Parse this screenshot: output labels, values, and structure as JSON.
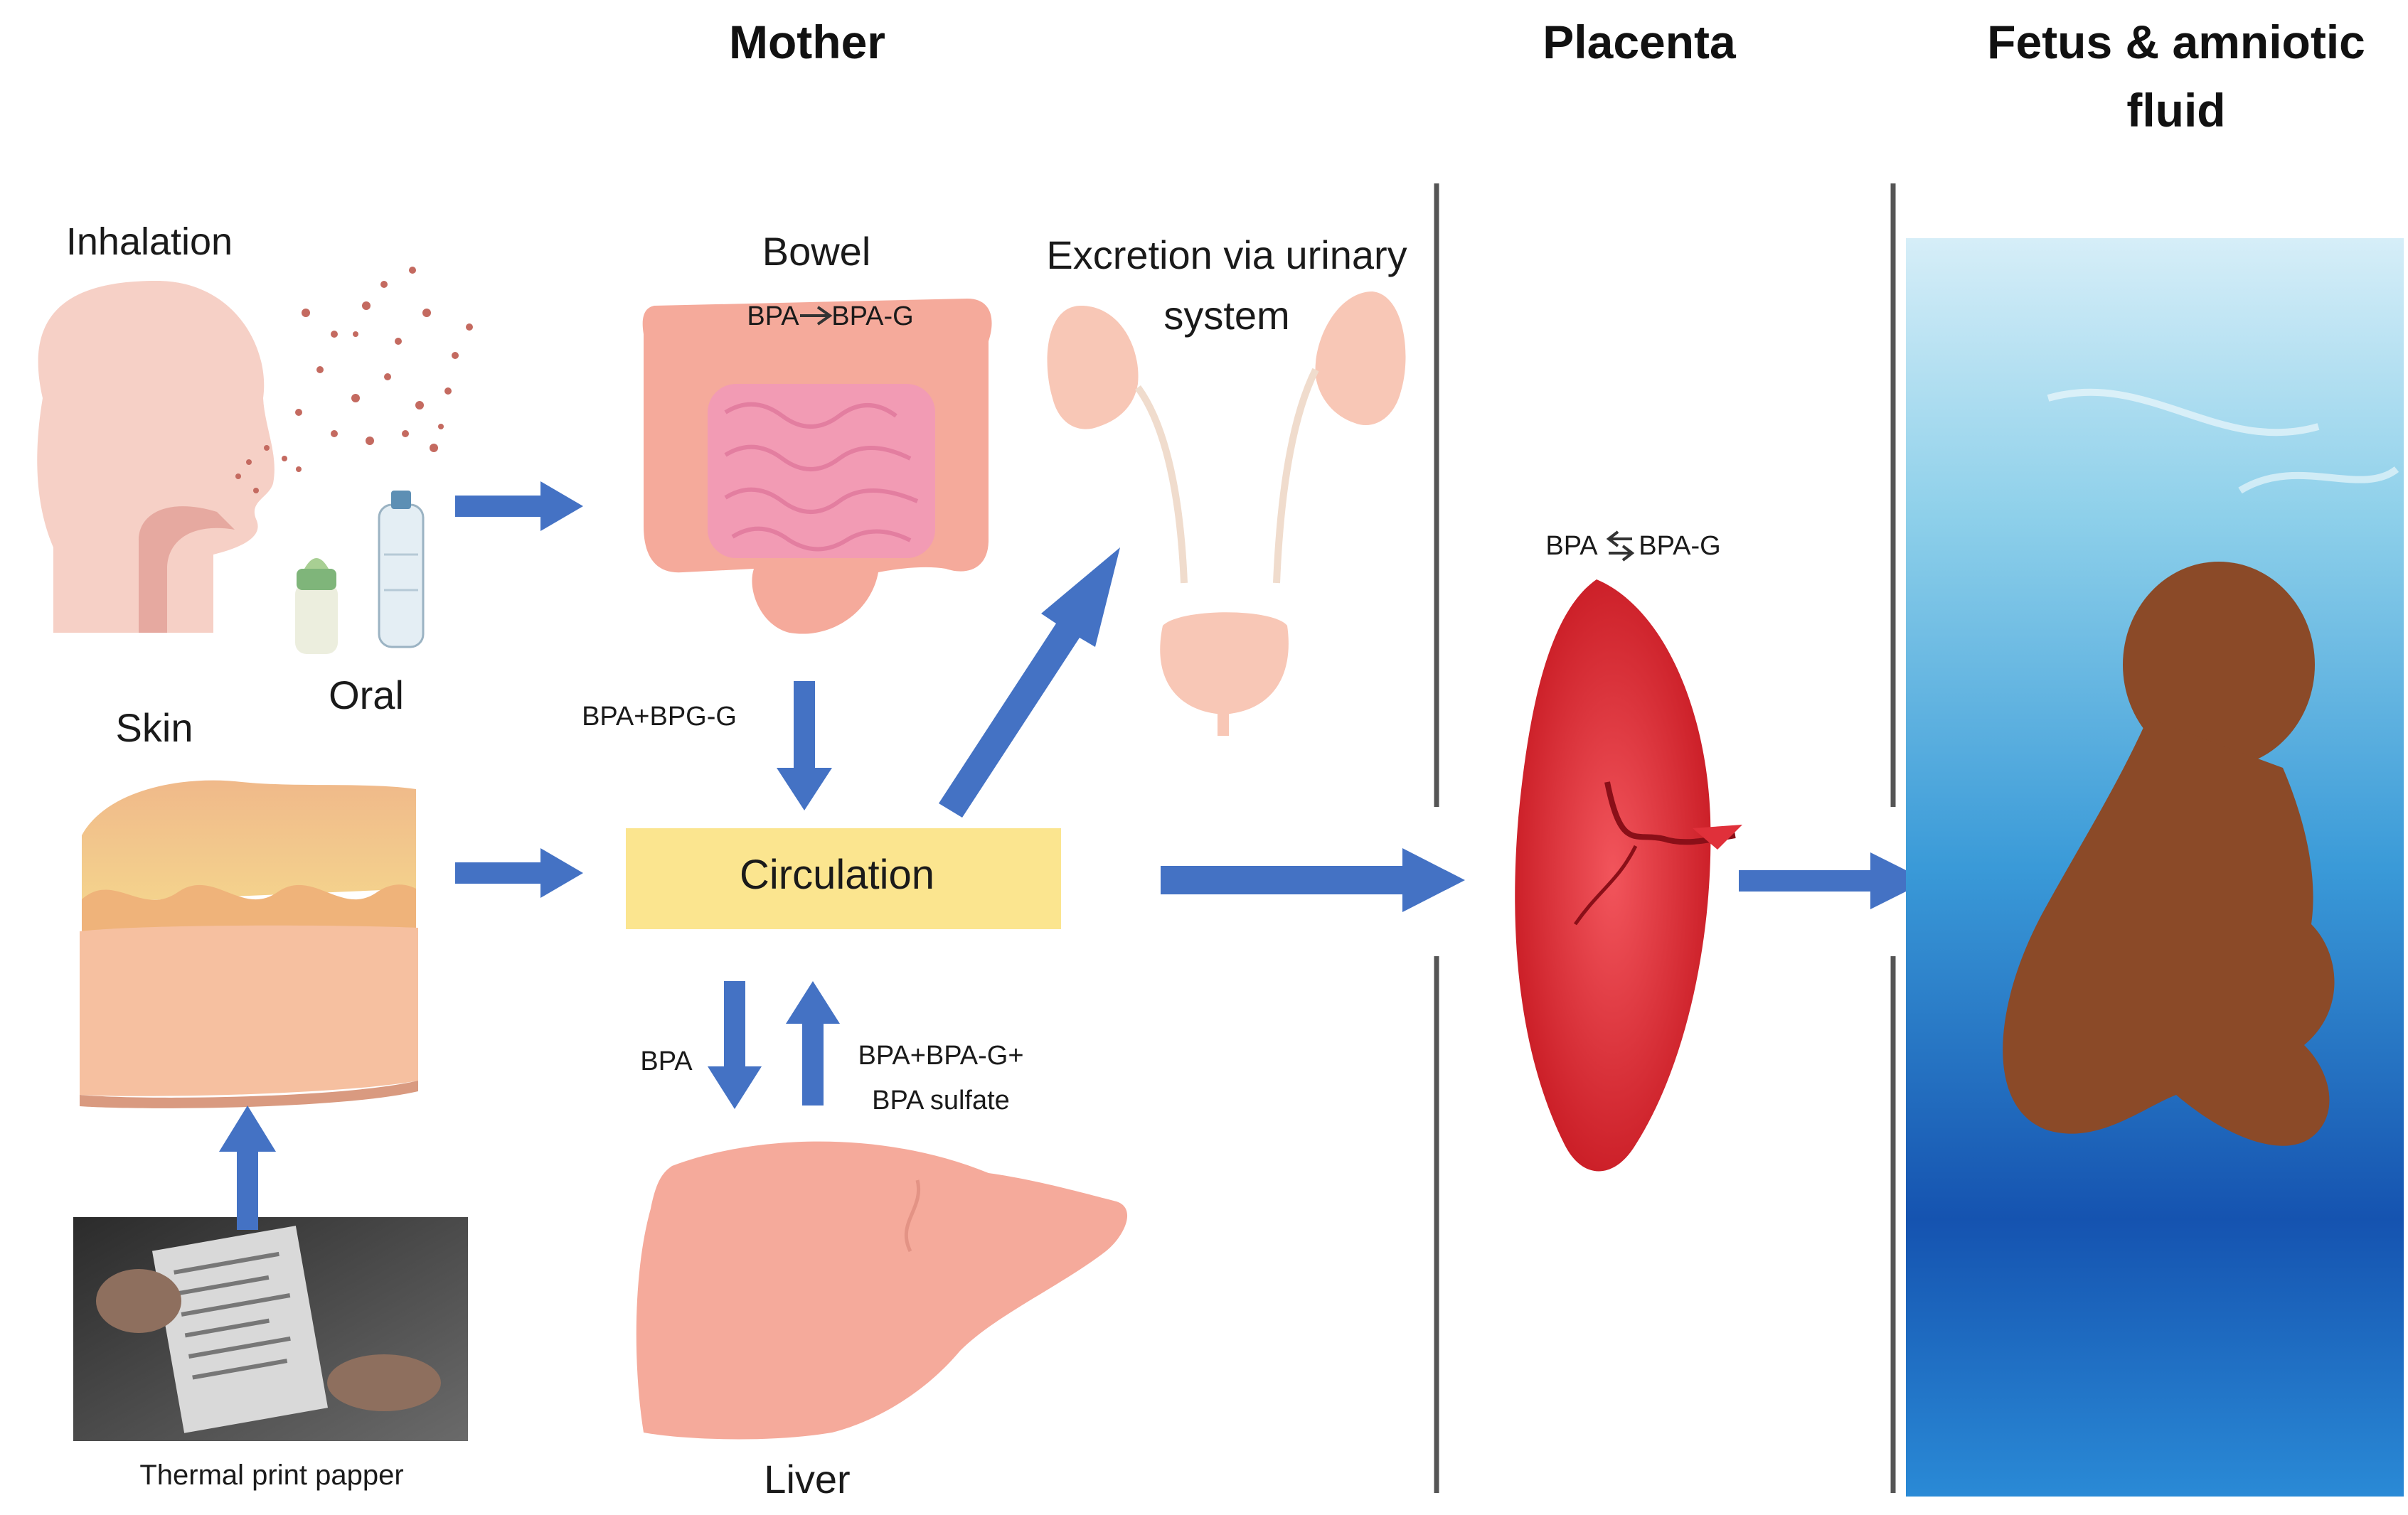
{
  "headers": {
    "mother": "Mother",
    "placenta": "Placenta",
    "fetus_line1": "Fetus & amniotic",
    "fetus_line2": "fluid"
  },
  "exposure": {
    "inhalation": "Inhalation",
    "oral": "Oral",
    "skin": "Skin",
    "thermal_paper": "Thermal print papper"
  },
  "organs": {
    "bowel": "Bowel",
    "bowel_reaction_left": "BPA",
    "bowel_reaction_right": "BPA-G",
    "excretion_line1": "Excretion via urinary",
    "excretion_line2": "system",
    "liver": "Liver",
    "circulation": "Circulation"
  },
  "flows": {
    "bowel_to_circulation": "BPA+BPG-G",
    "circulation_to_liver": "BPA",
    "liver_to_circulation_line1": "BPA+BPA-G+",
    "liver_to_circulation_line2": "BPA sulfate",
    "placenta_left": "BPA",
    "placenta_right": "BPA-G"
  },
  "colors": {
    "arrow": "#4472c4",
    "circulation_box": "#fbe58f",
    "organ_pink": "#f5aa9b",
    "placenta_red": "#e0303a",
    "fetus_brown": "#8b4a28",
    "fluid_blue": "#1e6fc4",
    "divider": "#555555"
  }
}
